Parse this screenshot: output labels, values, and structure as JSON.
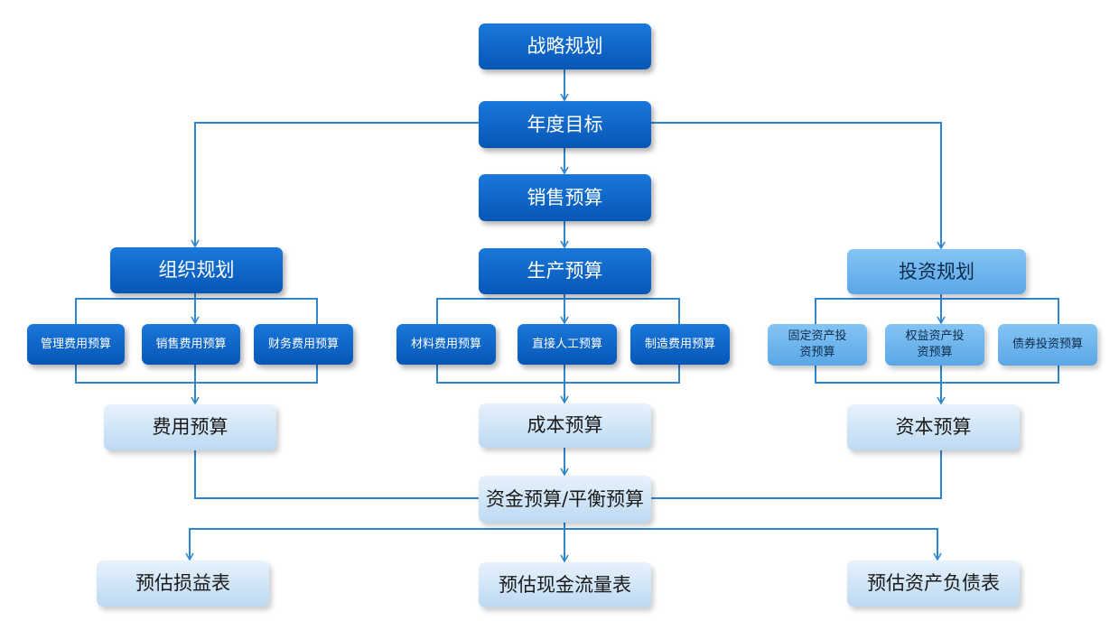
{
  "nodes": {
    "strategy": "战略规划",
    "annual_target": "年度目标",
    "sales_budget": "销售预算",
    "org_planning": "组织规划",
    "production_budget": "生产预算",
    "investment_planning": "投资规划",
    "mgmt_expense": "管理费用预算",
    "sales_expense": "销售费用预算",
    "finance_expense": "财务费用预算",
    "material_cost": "材料费用预算",
    "direct_labor": "直接人工预算",
    "manufacturing_cost": "制造费用预算",
    "fixed_asset_invest": "固定资产投\n资预算",
    "equity_invest": "权益资产投\n资预算",
    "bond_invest": "债券投资预算",
    "expense_budget": "费用预算",
    "cost_budget": "成本预算",
    "capital_budget": "资本预算",
    "fund_budget": "资金预算/平衡预算",
    "income_statement": "预估损益表",
    "cash_flow": "预估现金流量表",
    "balance_sheet": "预估资产负债表"
  },
  "colors": {
    "connector": "#2f86cf",
    "dark": "#0a62c4",
    "mid": "#6cb4ee",
    "light": "#d3e7f8"
  }
}
